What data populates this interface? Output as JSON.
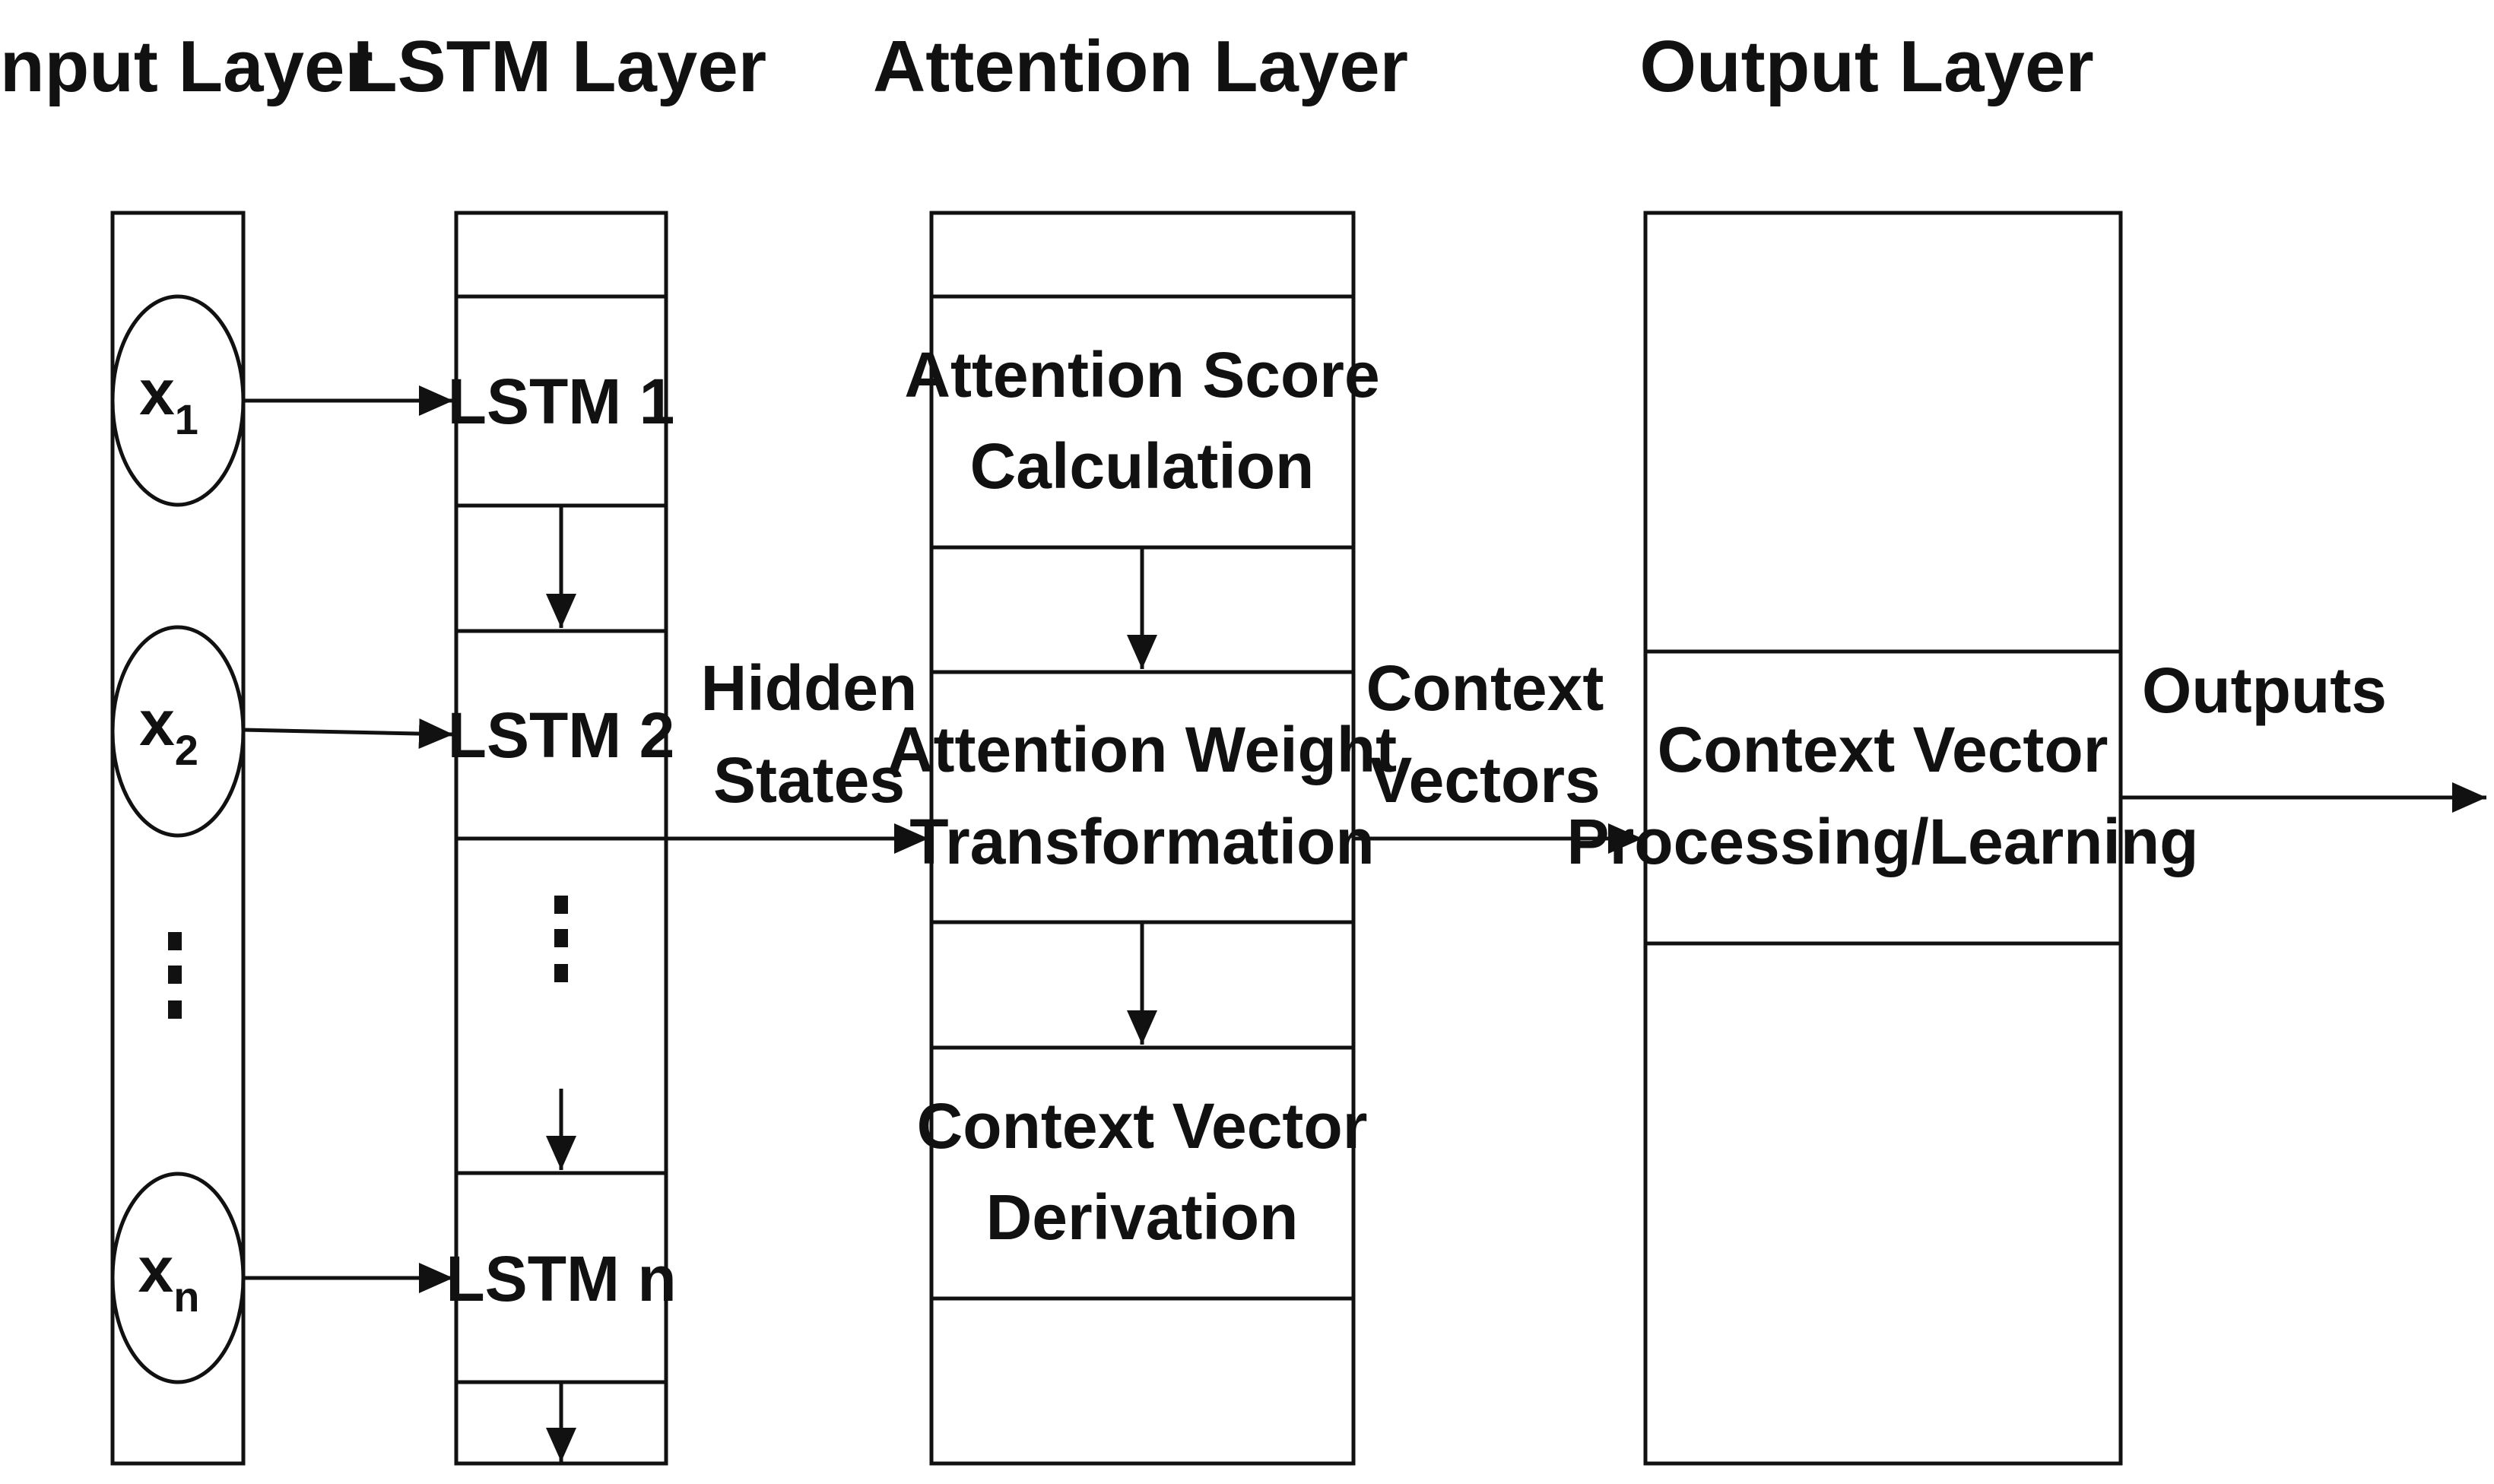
{
  "headers": {
    "input": "Input Layer",
    "lstm": "LSTM Layer",
    "attention": "Attention Layer",
    "output": "Output Layer"
  },
  "inputs": [
    {
      "base": "x",
      "sub": "1"
    },
    {
      "base": "x",
      "sub": "2"
    },
    {
      "base": "x",
      "sub": "n"
    }
  ],
  "lstm_cells": [
    "LSTM 1",
    "LSTM 2",
    "LSTM n"
  ],
  "attention_steps": [
    {
      "line1": "Attention Score",
      "line2": "Calculation"
    },
    {
      "line1": "Attention Weight",
      "line2": "Transformation"
    },
    {
      "line1": "Context Vector",
      "line2": "Derivation"
    }
  ],
  "output_block": {
    "line1": "Context Vector",
    "line2": "Processing/Learning"
  },
  "edge_labels": {
    "hidden_states": {
      "line1": "Hidden",
      "line2": "States"
    },
    "context_vectors": {
      "line1": "Context",
      "line2": "Vectors"
    },
    "outputs": "Outputs"
  }
}
